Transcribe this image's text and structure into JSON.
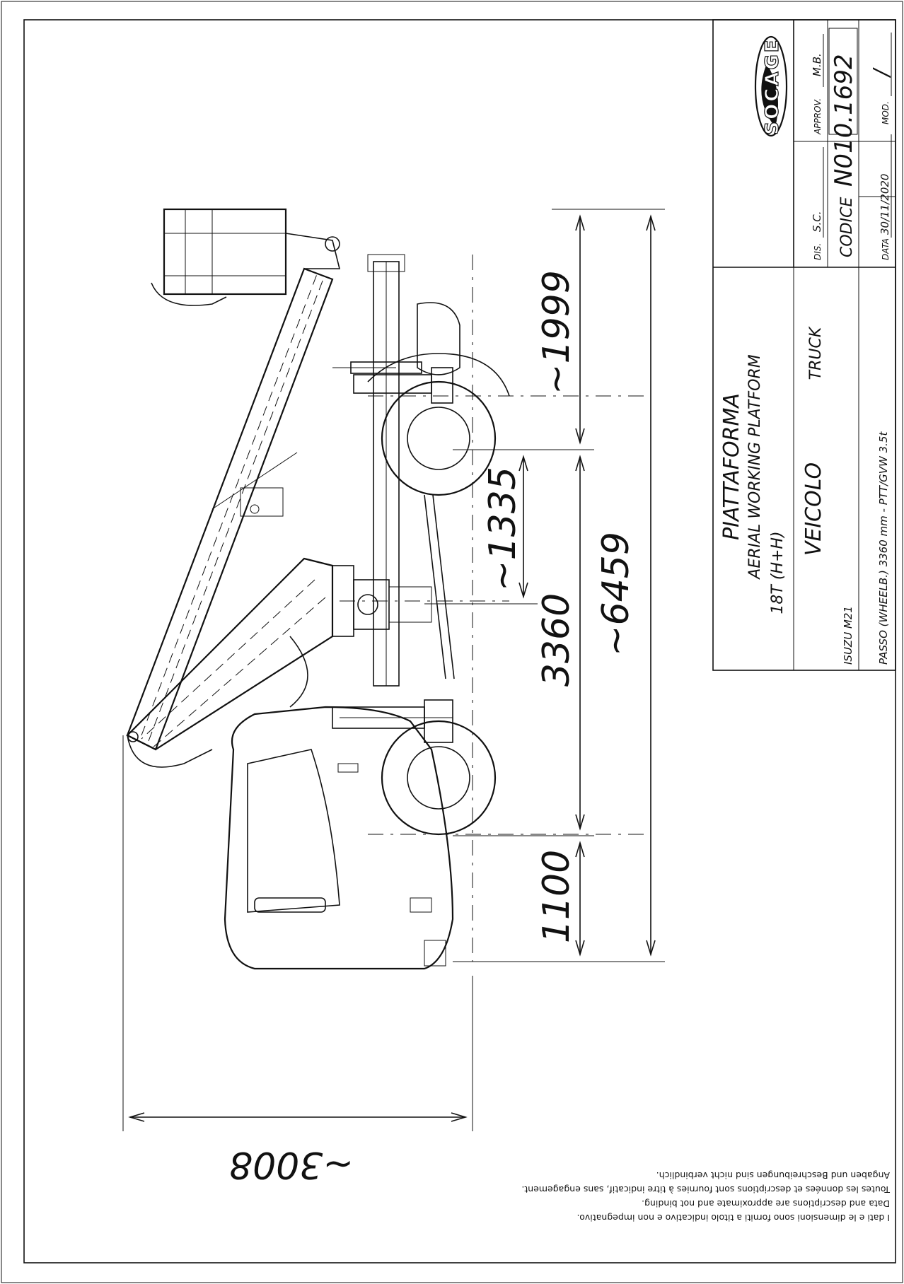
{
  "title_block": {
    "product_title": "PIATTAFORMA",
    "product_subtitle": "AERIAL WORKING PLATFORM",
    "model": "18T (H+H)",
    "vehicle_title": "VEICOLO",
    "vehicle_type": "TRUCK",
    "vehicle_model": "ISUZU M21",
    "wheelbase_line": "PASSO (WHEELB.) 3360 mm - PTT/GVW 3.5t",
    "dis_label": "DIS.",
    "dis_value": "S.C.",
    "approv_label": "APPROV.",
    "approv_value": "M.B.",
    "code_label": "CODICE",
    "code_value": "N010.1692",
    "date_label": "DATA",
    "date_value": "30/11/2020",
    "mod_label": "MOD.",
    "mod_value": "/",
    "logo_text": "SOCAGE"
  },
  "dimensions": {
    "overhang_front": "1100",
    "wheelbase": "3360",
    "overall_length": "~6459",
    "rear_overhang": "~1999",
    "turret_offset": "~1335",
    "overall_height": "~3008"
  },
  "disclaimer": [
    "I dati e le dimensioni sono forniti a titolo indicativo e non impegnativo.",
    "Data and descriptions are approximate and not binding.",
    "Toutes les données et descriptions sont fournies à titre indicatif, sans engagement.",
    "Angaben und Beschreibungen sind nicht verbindlich."
  ]
}
